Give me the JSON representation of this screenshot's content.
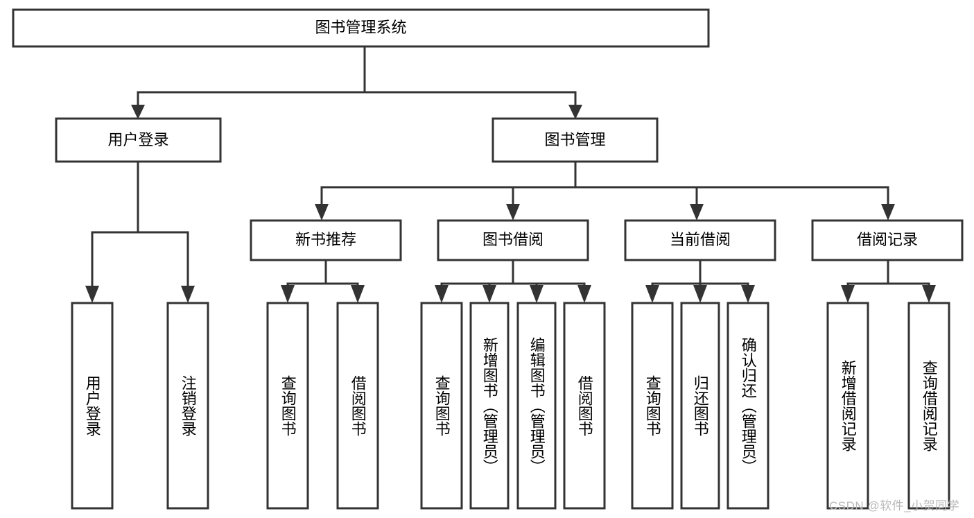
{
  "diagram": {
    "type": "tree-hierarchy",
    "title": "图书管理系统",
    "orientation": "top-down",
    "colors": {
      "box_stroke": "#333333",
      "box_fill": "#ffffff",
      "connector": "#333333",
      "text": "#000000",
      "watermark": "#b9b9b9",
      "background": "#ffffff"
    },
    "root": {
      "id": "root",
      "label": "图书管理系统",
      "orientation": "horizontal"
    },
    "level2": [
      {
        "id": "user-login",
        "label": "用户登录",
        "orientation": "horizontal"
      },
      {
        "id": "book-management",
        "label": "图书管理",
        "orientation": "horizontal"
      }
    ],
    "level3": [
      {
        "id": "new-book-recommend",
        "label": "新书推荐",
        "orientation": "horizontal",
        "parent": "book-management"
      },
      {
        "id": "book-borrow",
        "label": "图书借阅",
        "orientation": "horizontal",
        "parent": "book-management"
      },
      {
        "id": "current-borrow",
        "label": "当前借阅",
        "orientation": "horizontal",
        "parent": "book-management"
      },
      {
        "id": "borrow-record",
        "label": "借阅记录",
        "orientation": "horizontal",
        "parent": "book-management"
      }
    ],
    "leaves": [
      {
        "id": "leaf-user-login",
        "label": "用户登录",
        "orientation": "vertical",
        "parent": "user-login"
      },
      {
        "id": "leaf-logout-login",
        "label": "注销登录",
        "orientation": "vertical",
        "parent": "user-login"
      },
      {
        "id": "leaf-query-book-1",
        "label": "查询图书",
        "orientation": "vertical",
        "parent": "new-book-recommend"
      },
      {
        "id": "leaf-borrow-book-1",
        "label": "借阅图书",
        "orientation": "vertical",
        "parent": "new-book-recommend"
      },
      {
        "id": "leaf-query-book-2",
        "label": "查询图书",
        "orientation": "vertical",
        "parent": "book-borrow"
      },
      {
        "id": "leaf-add-book",
        "label": "新增图书（管理员）",
        "orientation": "vertical",
        "parent": "book-borrow"
      },
      {
        "id": "leaf-edit-book",
        "label": "编辑图书（管理员）",
        "orientation": "vertical",
        "parent": "book-borrow"
      },
      {
        "id": "leaf-borrow-book-2",
        "label": "借阅图书",
        "orientation": "vertical",
        "parent": "book-borrow"
      },
      {
        "id": "leaf-query-book-3",
        "label": "查询图书",
        "orientation": "vertical",
        "parent": "current-borrow"
      },
      {
        "id": "leaf-return-book",
        "label": "归还图书",
        "orientation": "vertical",
        "parent": "current-borrow"
      },
      {
        "id": "leaf-confirm-return",
        "label": "确认归还（管理员）",
        "orientation": "vertical",
        "parent": "current-borrow"
      },
      {
        "id": "leaf-add-record",
        "label": "新增借阅记录",
        "orientation": "vertical",
        "parent": "borrow-record"
      },
      {
        "id": "leaf-query-record",
        "label": "查询借阅记录",
        "orientation": "vertical",
        "parent": "borrow-record"
      }
    ],
    "watermark": "CSDN @软件_小贺同学"
  }
}
